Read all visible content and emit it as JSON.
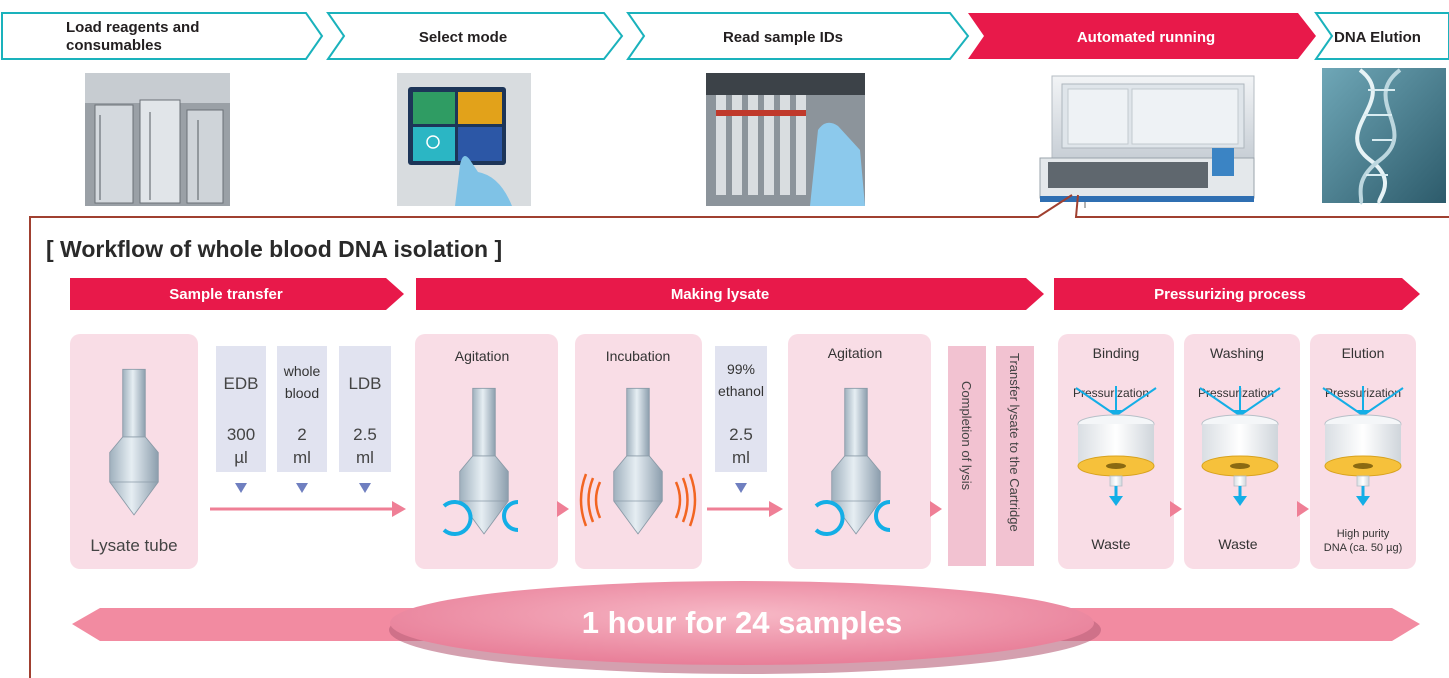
{
  "top_steps": [
    {
      "label_line1": "Load reagents and",
      "label_line2": "consumables"
    },
    {
      "label": "Select mode"
    },
    {
      "label": "Read sample IDs"
    },
    {
      "label": "Automated running"
    },
    {
      "label": "DNA Elution"
    }
  ],
  "workflow_title": "[ Workflow of whole blood DNA isolation ]",
  "phases": {
    "sample_transfer": "Sample transfer",
    "making_lysate": "Making lysate",
    "pressurizing": "Pressurizing process"
  },
  "tube_label": "Lysate tube",
  "reagents_1": [
    {
      "name": "EDB",
      "amount": "300",
      "unit": "µl"
    },
    {
      "name_line1": "whole",
      "name_line2": "blood",
      "amount": "2",
      "unit": "ml"
    },
    {
      "name": "LDB",
      "amount": "2.5",
      "unit": "ml"
    }
  ],
  "agitation_1": "Agitation",
  "incubation": "Incubation",
  "ethanol": {
    "name_line1": "99%",
    "name_line2": "ethanol",
    "amount": "2.5",
    "unit": "ml"
  },
  "agitation_2": "Agitation",
  "completion": "Completion of lysis",
  "transfer": "Transfer lysate to the Cartridge",
  "press_steps": {
    "binding": "Binding",
    "washing": "Washing",
    "elution": "Elution",
    "pressurization": "Pressurization",
    "waste": "Waste",
    "dna_line1": "High purity",
    "dna_line2": "DNA (ca. 50 µg)"
  },
  "summary": "1 hour for 24 samples",
  "colors": {
    "accent_red": "#e8194a",
    "teal": "#1ab2bc",
    "pink_panel": "#f9dde6",
    "lavender": "#e1e3f0",
    "arrow_pink": "#ef7f96",
    "blue_arrow": "#14aee6",
    "orange_wave": "#f26522",
    "border_brown": "#a04030"
  }
}
